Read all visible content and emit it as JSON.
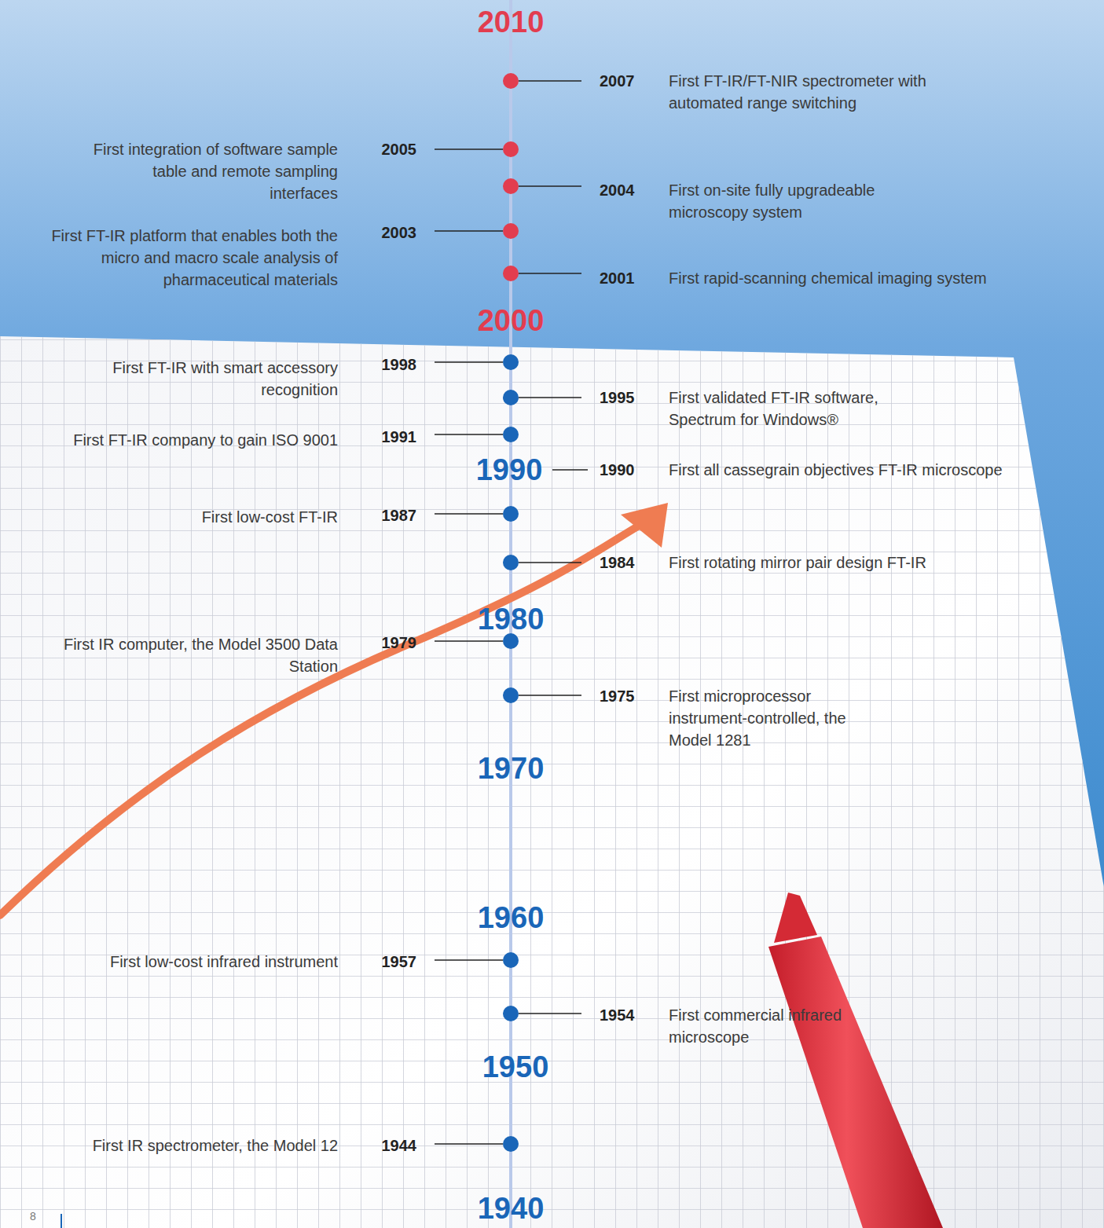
{
  "diagram": {
    "labels": [
      "2010",
      "2007",
      "First FT-IR/FT-NIR spectrometer with automated range switching",
      "First integration of software sample table and remote sampling interfaces",
      "2005",
      "2004",
      "First on-site fully upgradeable microscopy system",
      "First FT-IR platform that enables both the micro and macro scale analysis of pharmaceutical materials",
      "2003",
      "2001",
      "First rapid-scanning chemical imaging system",
      "2000",
      "First FT-IR with smart accessory recognition",
      "1998",
      "1995",
      "First validated FT-IR software, Spectrum for Windows®",
      "First FT-IR company to gain ISO 9001",
      "1991",
      "1990",
      "1990",
      "First all cassegrain objectives FT-IR microscope",
      "First low-cost FT-IR",
      "1987",
      "1984",
      "First rotating mirror pair design FT-IR",
      "1980",
      "First IR computer, the Model 3500 Data Station",
      "1979",
      "1975",
      "First microprocessor instrument-controlled, the Model 1281",
      "1970",
      "1960",
      "First low-cost infrared instrument",
      "1957",
      "1954",
      "First commercial infrared microscope",
      "1950",
      "First IR spectrometer, the Model 12",
      "1944",
      "1940",
      "8"
    ]
  }
}
